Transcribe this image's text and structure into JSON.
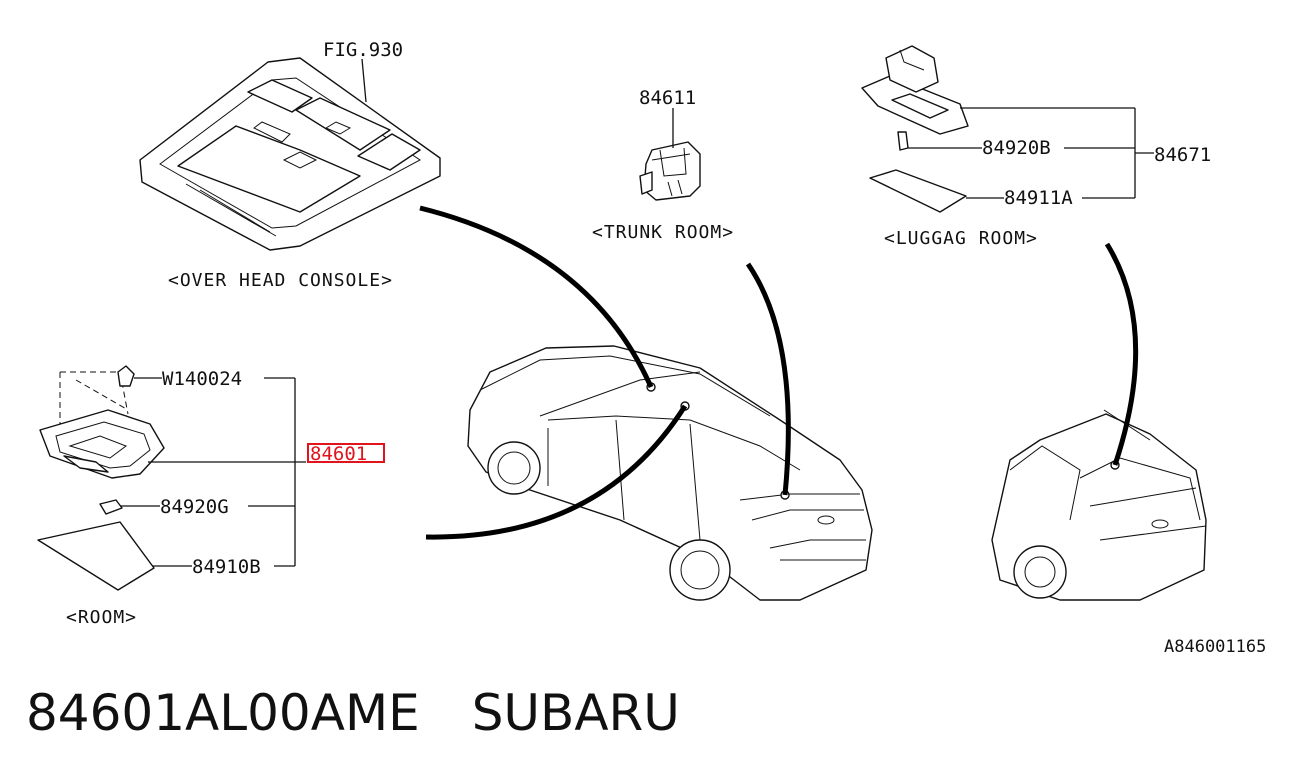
{
  "highlight_color": "#e1141e",
  "overhead": {
    "fig": "FIG.930",
    "caption": "<OVER HEAD CONSOLE>"
  },
  "trunk": {
    "part": "84611",
    "caption": "<TRUNK ROOM>"
  },
  "luggage": {
    "group": "84671",
    "bulb": "84920B",
    "lens": "84911A",
    "caption": "<LUGGAG ROOM>"
  },
  "room": {
    "screw": "W140024",
    "assembly": "84601",
    "bulb": "84920G",
    "lens": "84910B",
    "caption": "<ROOM>"
  },
  "diagram_ref": "A846001165",
  "footer": {
    "part_number": "84601AL00AME",
    "brand": "SUBARU"
  }
}
